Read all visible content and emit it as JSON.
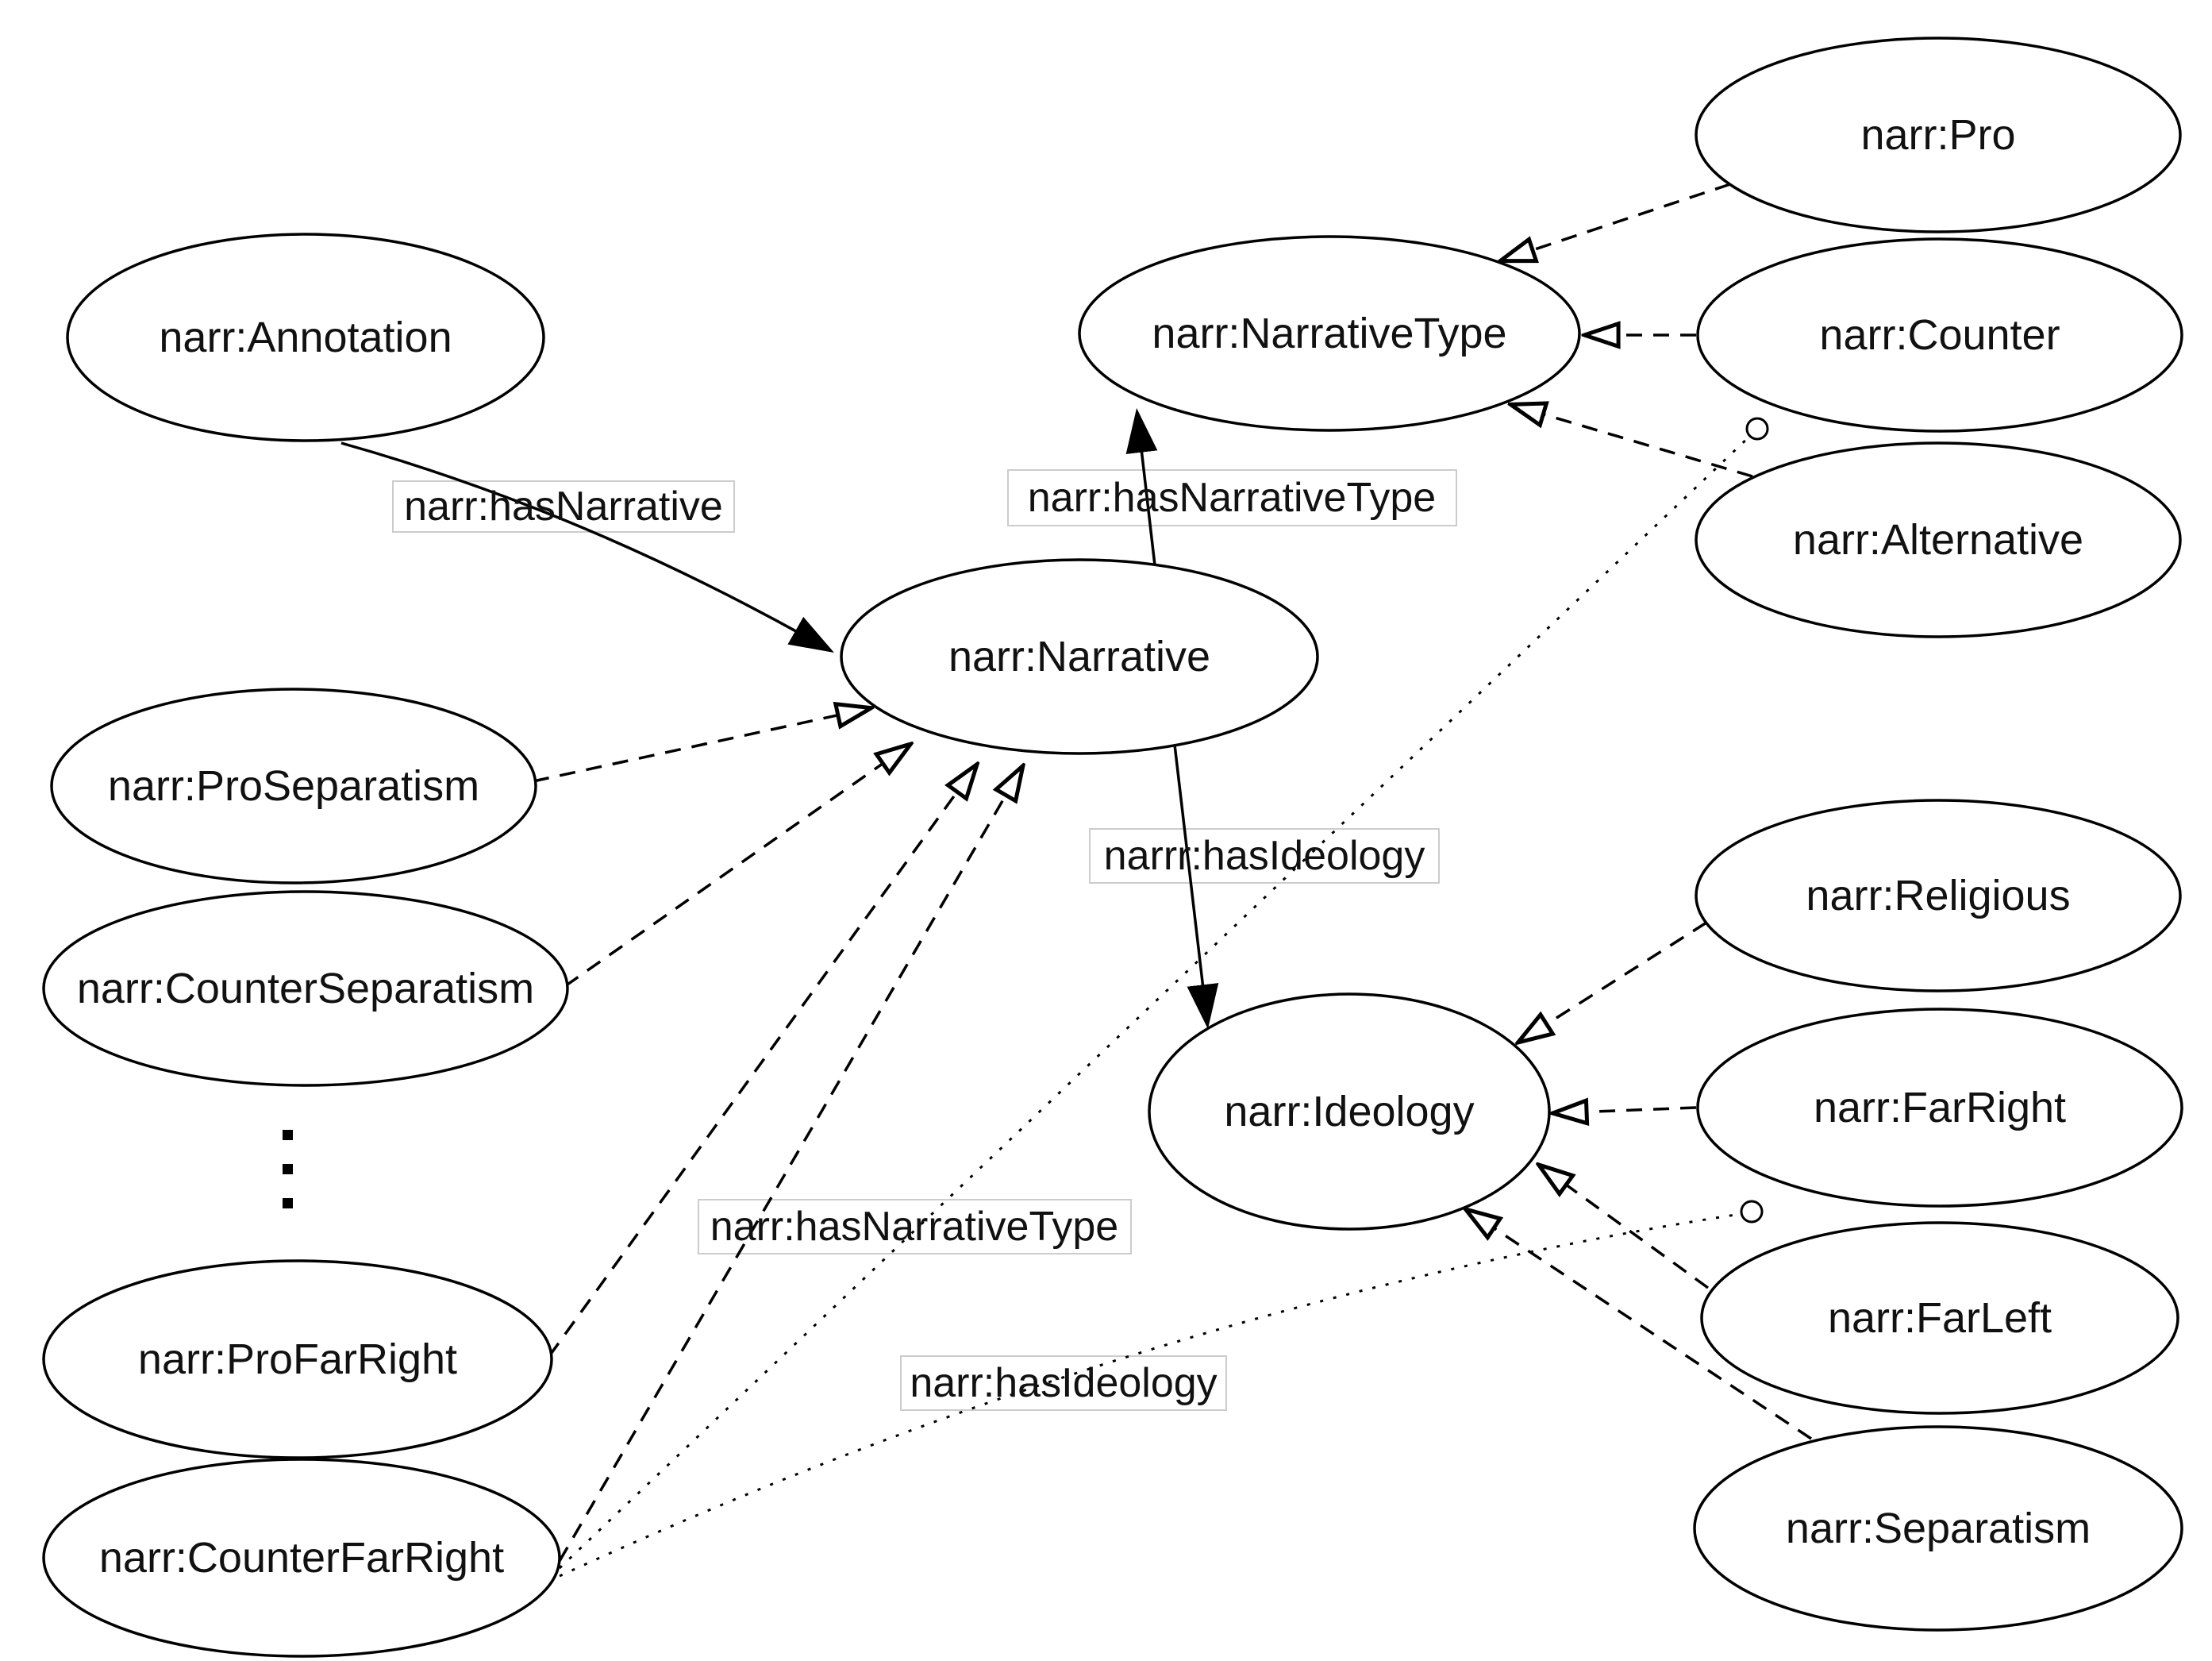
{
  "page": {
    "background": "#ffffff"
  },
  "diagram": {
    "type": "ontology-class-diagram",
    "stroke_color": "#000000",
    "label_box_border_color": "#cccccc",
    "nodes": {
      "annotation": {
        "label": "narr:Annotation"
      },
      "narrative_type": {
        "label": "narr:NarrativeType"
      },
      "pro": {
        "label": "narr:Pro"
      },
      "counter": {
        "label": "narr:Counter"
      },
      "alternative": {
        "label": "narr:Alternative"
      },
      "narrative": {
        "label": "narr:Narrative"
      },
      "pro_separatism": {
        "label": "narr:ProSeparatism"
      },
      "counter_separatism": {
        "label": "narr:CounterSeparatism"
      },
      "pro_far_right": {
        "label": "narr:ProFarRight"
      },
      "counter_far_right": {
        "label": "narr:CounterFarRight"
      },
      "ideology": {
        "label": "narr:Ideology"
      },
      "religious": {
        "label": "narr:Religious"
      },
      "far_right": {
        "label": "narr:FarRight"
      },
      "far_left": {
        "label": "narr:FarLeft"
      },
      "separatism": {
        "label": "narr:Separatism"
      }
    },
    "edge_labels": {
      "has_narrative": "narr:hasNarrative",
      "has_narrative_type_top": "narr:hasNarrativeType",
      "has_ideology_typo": "narrr:hasIdeology",
      "has_narrative_type_bottom": "narr:hasNarrativeType",
      "has_ideology_bottom": "narr:hasIdeology"
    },
    "edges": [
      {
        "from": "narr:Annotation",
        "to": "narr:Narrative",
        "label": "narr:hasNarrative",
        "style": "solid-filled-arrow"
      },
      {
        "from": "narr:Narrative",
        "to": "narr:NarrativeType",
        "label": "narr:hasNarrativeType",
        "style": "solid-filled-arrow"
      },
      {
        "from": "narr:Narrative",
        "to": "narr:Ideology",
        "label": "narrr:hasIdeology",
        "style": "solid-filled-arrow"
      },
      {
        "from": "narr:Pro",
        "to": "narr:NarrativeType",
        "label": "",
        "style": "dashed-hollow-triangle"
      },
      {
        "from": "narr:Counter",
        "to": "narr:NarrativeType",
        "label": "",
        "style": "dashed-hollow-triangle"
      },
      {
        "from": "narr:Alternative",
        "to": "narr:NarrativeType",
        "label": "",
        "style": "dashed-hollow-triangle"
      },
      {
        "from": "narr:Religious",
        "to": "narr:Ideology",
        "label": "",
        "style": "dashed-hollow-triangle"
      },
      {
        "from": "narr:FarRight",
        "to": "narr:Ideology",
        "label": "",
        "style": "dashed-hollow-triangle"
      },
      {
        "from": "narr:FarLeft",
        "to": "narr:Ideology",
        "label": "",
        "style": "dashed-hollow-triangle"
      },
      {
        "from": "narr:Separatism",
        "to": "narr:Ideology",
        "label": "",
        "style": "dashed-hollow-triangle"
      },
      {
        "from": "narr:ProSeparatism",
        "to": "narr:Narrative",
        "label": "",
        "style": "dashed-hollow-triangle"
      },
      {
        "from": "narr:CounterSeparatism",
        "to": "narr:Narrative",
        "label": "",
        "style": "dashed-hollow-triangle"
      },
      {
        "from": "narr:ProFarRight",
        "to": "narr:Narrative",
        "label": "",
        "style": "dashed-hollow-triangle"
      },
      {
        "from": "narr:CounterFarRight",
        "to": "narr:Narrative",
        "label": "",
        "style": "dashed-hollow-triangle"
      },
      {
        "from": "narr:CounterFarRight",
        "to": "narr:Counter",
        "label": "narr:hasNarrativeType",
        "style": "dotted-open-circle"
      },
      {
        "from": "narr:CounterFarRight",
        "to": "narr:FarRight",
        "label": "narr:hasIdeology",
        "style": "dotted-open-circle"
      }
    ]
  }
}
